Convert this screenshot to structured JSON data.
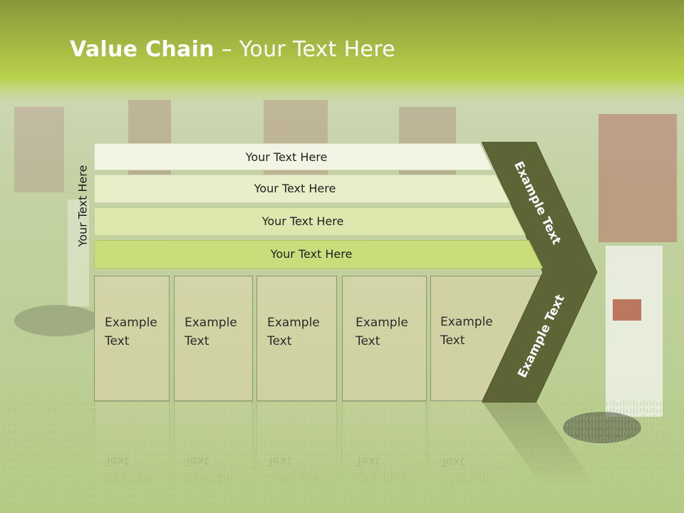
{
  "slide": {
    "title_bold": "Value Chain",
    "title_rest": " – Your Text Here",
    "side_label": "Your Text Here"
  },
  "bars": [
    {
      "label": "Your Text Here",
      "fill": "#f3f5e4"
    },
    {
      "label": "Your Text Here",
      "fill": "#e8efc8"
    },
    {
      "label": "Your Text Here",
      "fill": "#dde8ae"
    },
    {
      "label": "Your Text Here",
      "fill": "#c9de7a"
    }
  ],
  "columns": [
    {
      "line1": "Example",
      "line2": "Text"
    },
    {
      "line1": "Example",
      "line2": "Text"
    },
    {
      "line1": "Example",
      "line2": "Text"
    },
    {
      "line1": "Example",
      "line2": "Text"
    },
    {
      "line1": "Example",
      "line2": "Text"
    }
  ],
  "chevron": {
    "upper_text": "Example Text",
    "lower_text": "Example Text",
    "color": "#5c6236"
  },
  "colors": {
    "header_top": "#8a9a3a",
    "header_bottom": "#b9d24c",
    "grass": "#9fbf5a",
    "column_fill": "#d3d5a8"
  }
}
